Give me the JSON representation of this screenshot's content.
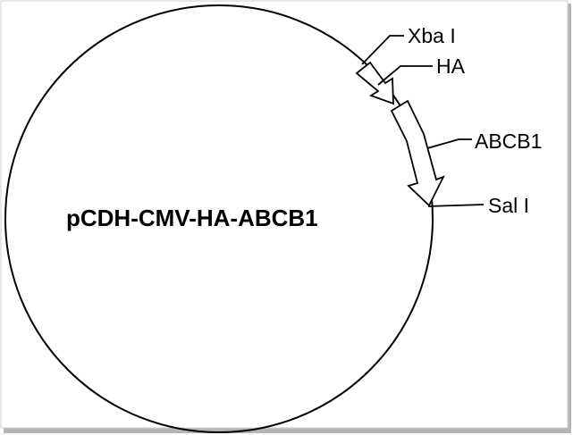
{
  "plasmid": {
    "name": "pCDH-CMV-HA-ABCB1"
  },
  "features": {
    "xba": "Xba I",
    "ha": "HA",
    "abcb1": "ABCB1",
    "sal": "Sal I"
  },
  "colors": {
    "stroke": "#000000",
    "background": "#ffffff",
    "frame_shadow": "#9a9a9a"
  }
}
